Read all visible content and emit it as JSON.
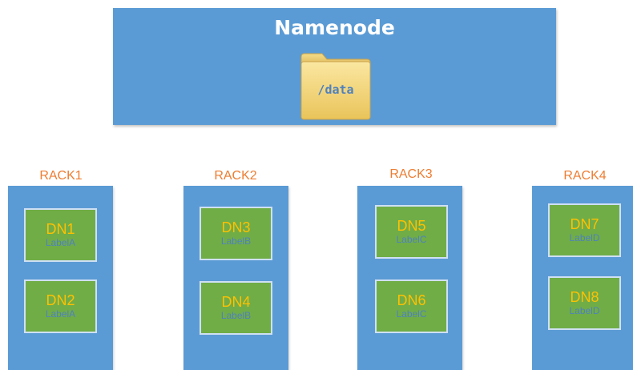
{
  "namenode": {
    "title": "Namenode",
    "folder_label": "/data"
  },
  "racks": [
    {
      "label": "RACK1",
      "datanodes": [
        {
          "name": "DN1",
          "label": "LabelA"
        },
        {
          "name": "DN2",
          "label": "LabelA"
        }
      ]
    },
    {
      "label": "RACK2",
      "datanodes": [
        {
          "name": "DN3",
          "label": "LabelB"
        },
        {
          "name": "DN4",
          "label": "LabelB"
        }
      ]
    },
    {
      "label": "RACK3",
      "datanodes": [
        {
          "name": "DN5",
          "label": "LabelC"
        },
        {
          "name": "DN6",
          "label": "LabelC"
        }
      ]
    },
    {
      "label": "RACK4",
      "datanodes": [
        {
          "name": "DN7",
          "label": "LabelD"
        },
        {
          "name": "DN8",
          "label": "LabelD"
        }
      ]
    }
  ],
  "colors": {
    "box_blue": "#5b9bd5",
    "datanode_green": "#70ad47",
    "datanode_name": "#ffc000",
    "datanode_label": "#4f81bd",
    "rack_label": "#ed7d31",
    "folder": "#f2d56e"
  },
  "icons": {
    "folder": "folder-icon"
  }
}
